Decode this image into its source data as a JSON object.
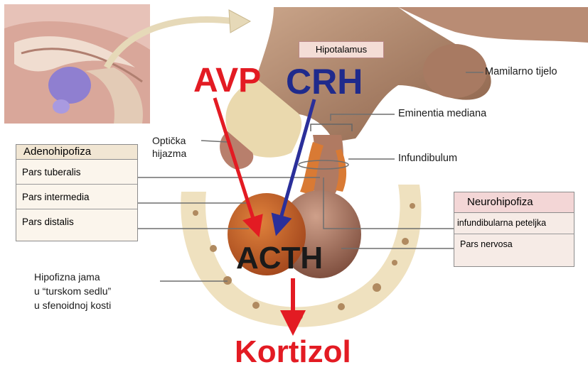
{
  "hormones": {
    "avp": "AVP",
    "crh": "CRH",
    "acth": "ACTH",
    "cortisol": "Kortizol"
  },
  "labels": {
    "hypothalamus": "Hipotalamus",
    "mammillary": "Mamilarno tijelo",
    "median_eminence": "Eminentia mediana",
    "infundibulum": "Infundibulum",
    "optic_chiasm_1": "Optička",
    "optic_chiasm_2": "hijazma",
    "fossa_1": "Hipofizna jama",
    "fossa_2": "u “turskom sedlu”",
    "fossa_3": "u sfenoidnoj kosti"
  },
  "adenohypophysis": {
    "title": "Adenohipofiza",
    "parts": [
      "Pars tuberalis",
      "Pars intermedia",
      "Pars distalis"
    ]
  },
  "neurohypophysis": {
    "title": "Neurohipofiza",
    "parts": [
      "infundibularna peteljka",
      "Pars nervosa"
    ]
  },
  "colors": {
    "avp": "#e31b23",
    "crh": "#1f2a8c",
    "acth": "#1a1a1a",
    "cortisol": "#e31b23"
  }
}
